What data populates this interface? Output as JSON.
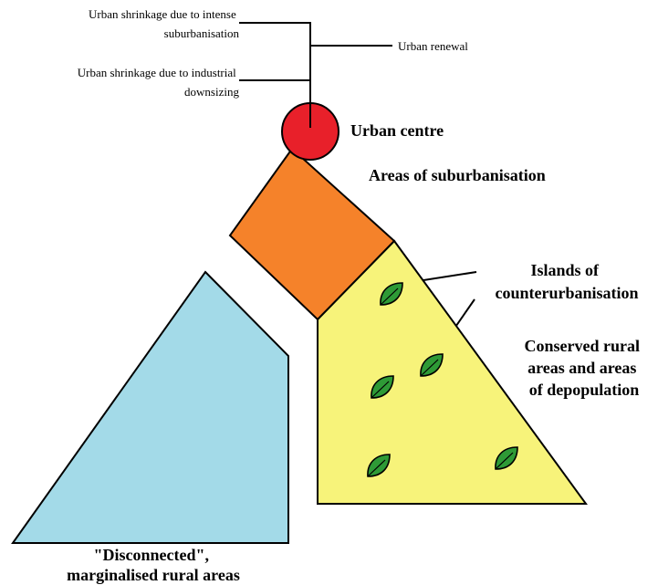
{
  "labels": {
    "urban_shrinkage_suburbanisation": [
      "Urban shrinkage due to intense",
      "suburbanisation"
    ],
    "urban_shrinkage_industrial": [
      "Urban shrinkage due to industrial",
      "downsizing"
    ],
    "urban_renewal": "Urban renewal",
    "urban_centre": "Urban centre",
    "areas_of_suburbanisation": "Areas of suburbanisation",
    "islands_of_counterurbanisation": [
      "Islands of",
      "counterurbanisation"
    ],
    "conserved_rural": [
      "Conserved rural",
      "areas and areas",
      "of depopulation"
    ],
    "disconnected_rural": [
      "\"Disconnected\",",
      "marginalised rural areas"
    ]
  },
  "colors": {
    "urban_centre": "#e8202a",
    "suburbanisation": "#f5822a",
    "conserved_rural": "#f7f37a",
    "disconnected_rural": "#a3dae8",
    "leaf": "#2e9a36",
    "outline": "#000000"
  },
  "icons": {
    "island_marker": "leaf-icon"
  }
}
